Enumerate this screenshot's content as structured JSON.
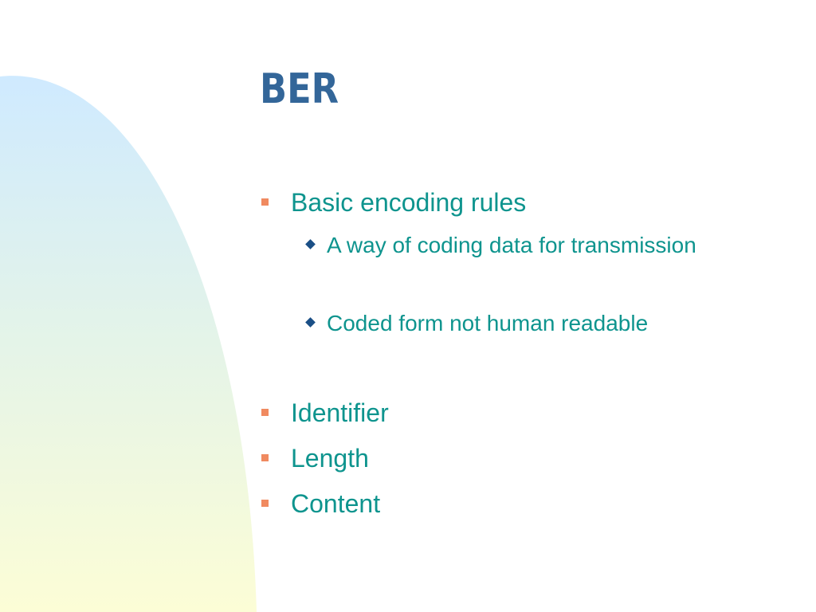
{
  "slide": {
    "title": "BER",
    "bullets": [
      {
        "text": "Basic encoding rules",
        "subbullets": [
          "A way of coding data for transmission",
          "Coded form not human readable"
        ]
      },
      {
        "text": "Identifier"
      },
      {
        "text": "Length"
      },
      {
        "text": "Content"
      }
    ]
  },
  "colors": {
    "title": "#336699",
    "body_text": "#0e948e",
    "bullet_marker": "#f08a60",
    "subbullet_marker": "#1a4f86",
    "decor_gradient_top": "#cfeaff",
    "decor_gradient_bottom": "#fcfdd6"
  },
  "icons": {
    "bullet": "square-bullet-icon",
    "subbullet": "diamond-bullet-icon"
  }
}
